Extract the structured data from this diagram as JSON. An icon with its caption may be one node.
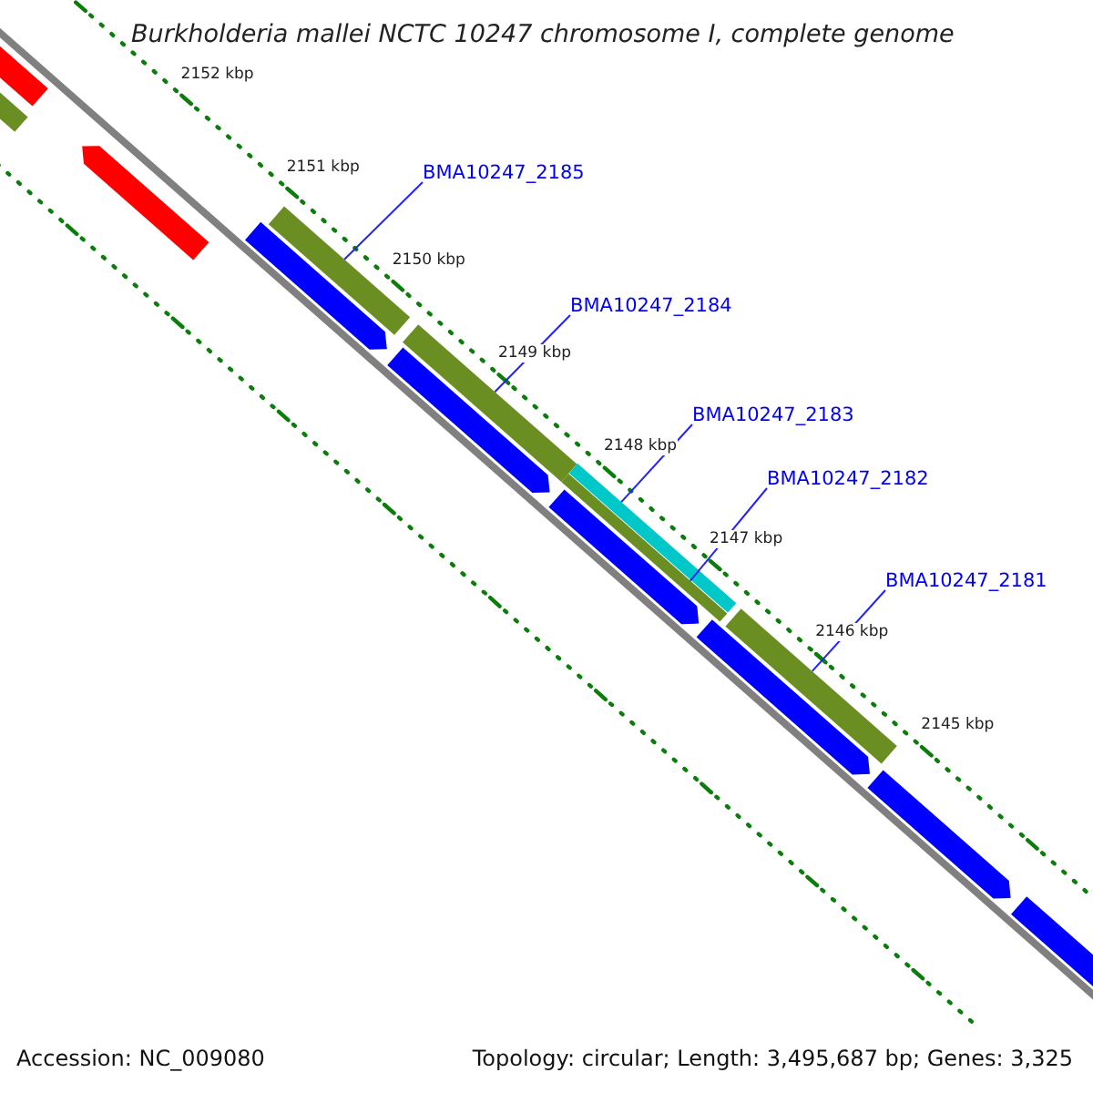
{
  "diagram": {
    "title": "Burkholderia mallei NCTC 10247 chromosome I, complete genome",
    "nodes": [
      {
        "text": [
          "BMA10247_2185"
        ]
      },
      {
        "text": [
          "BMA10247_2184"
        ]
      },
      {
        "text": [
          "BMA10247_2183"
        ]
      },
      {
        "text": [
          "BMA10247_2182"
        ]
      },
      {
        "text": [
          "BMA10247_2181"
        ]
      },
      {
        "text": [],
        "shape": "bar"
      },
      {
        "text": [],
        "shape": "bar"
      },
      {
        "text": [],
        "shape": "arrow"
      },
      {
        "text": [],
        "shape": "arrow"
      },
      {
        "text": [],
        "shape": "bar"
      },
      {
        "text": [],
        "shape": "bar"
      },
      {
        "text": [],
        "shape": "arrow"
      },
      {
        "text": [],
        "shape": "bar"
      },
      {
        "text": [],
        "shape": "bar"
      },
      {
        "text": [],
        "shape": "arrow"
      },
      {
        "text": [],
        "shape": "arrow"
      },
      {
        "text": [],
        "shape": "bar"
      },
      {
        "text": [],
        "shape": "arrow"
      },
      {
        "text": [],
        "shape": "arrow"
      }
    ],
    "edges": [
      {
        "from": 0,
        "to": 9,
        "arrow": "none"
      },
      {
        "from": 1,
        "to": 10,
        "arrow": "none"
      },
      {
        "from": 2,
        "to": 12,
        "arrow": "none"
      },
      {
        "from": 3,
        "to": 13,
        "arrow": "none"
      },
      {
        "from": 4,
        "to": 16,
        "arrow": "none"
      }
    ],
    "labels": [
      "2152 kbp",
      "2151 kbp",
      "2150 kbp",
      "2149 kbp",
      "2148 kbp",
      "2147 kbp",
      "2146 kbp",
      "2145 kbp",
      "Accession: NC_009080",
      "Topology: circular; Length: 3,495,687 bp; Genes: 3,325"
    ]
  }
}
